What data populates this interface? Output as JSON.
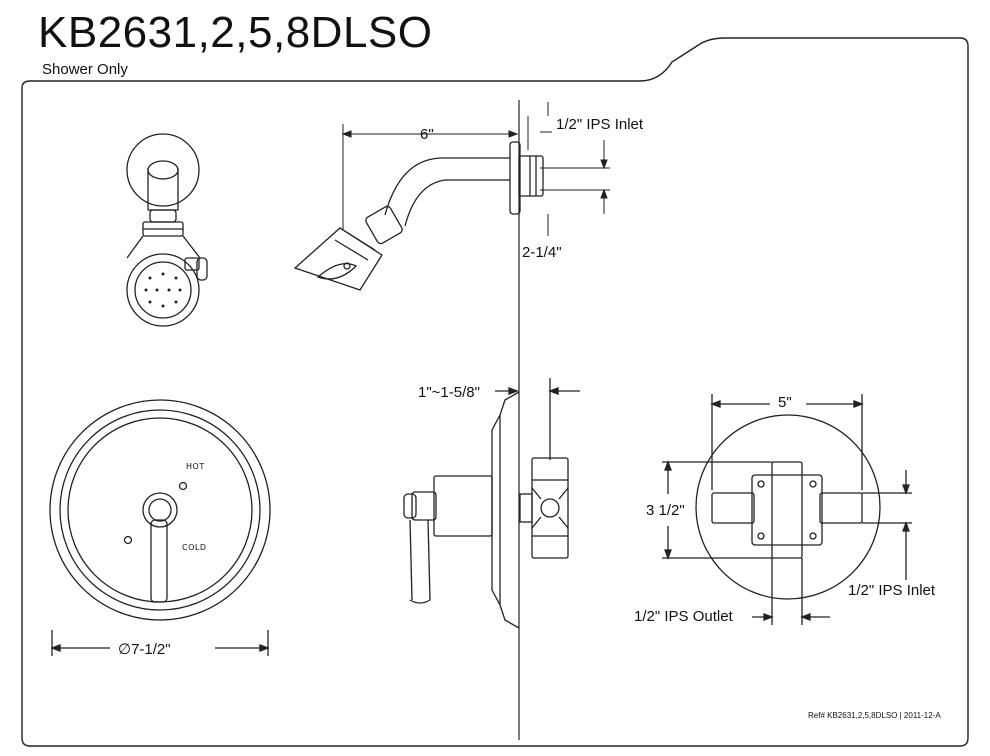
{
  "title": "KB2631,2,5,8DLSO",
  "subtitle": "Shower Only",
  "dimensions": {
    "arm_length": "6\"",
    "inlet_top": "1/2\" IPS Inlet",
    "flange_height": "2-1/4\"",
    "wall_depth": "1\"~1-5/8\"",
    "plate_diameter": "∅7-1/2\"",
    "valve_width": "5\"",
    "valve_height": "3 1/2\"",
    "valve_inlet": "1/2\" IPS Inlet",
    "valve_outlet": "1/2\" IPS Outlet"
  },
  "handle_labels": {
    "hot": "HOT",
    "cold": "COLD"
  },
  "reference": "Ref# KB2631,2,5,8DLSO | 2011-12-A"
}
